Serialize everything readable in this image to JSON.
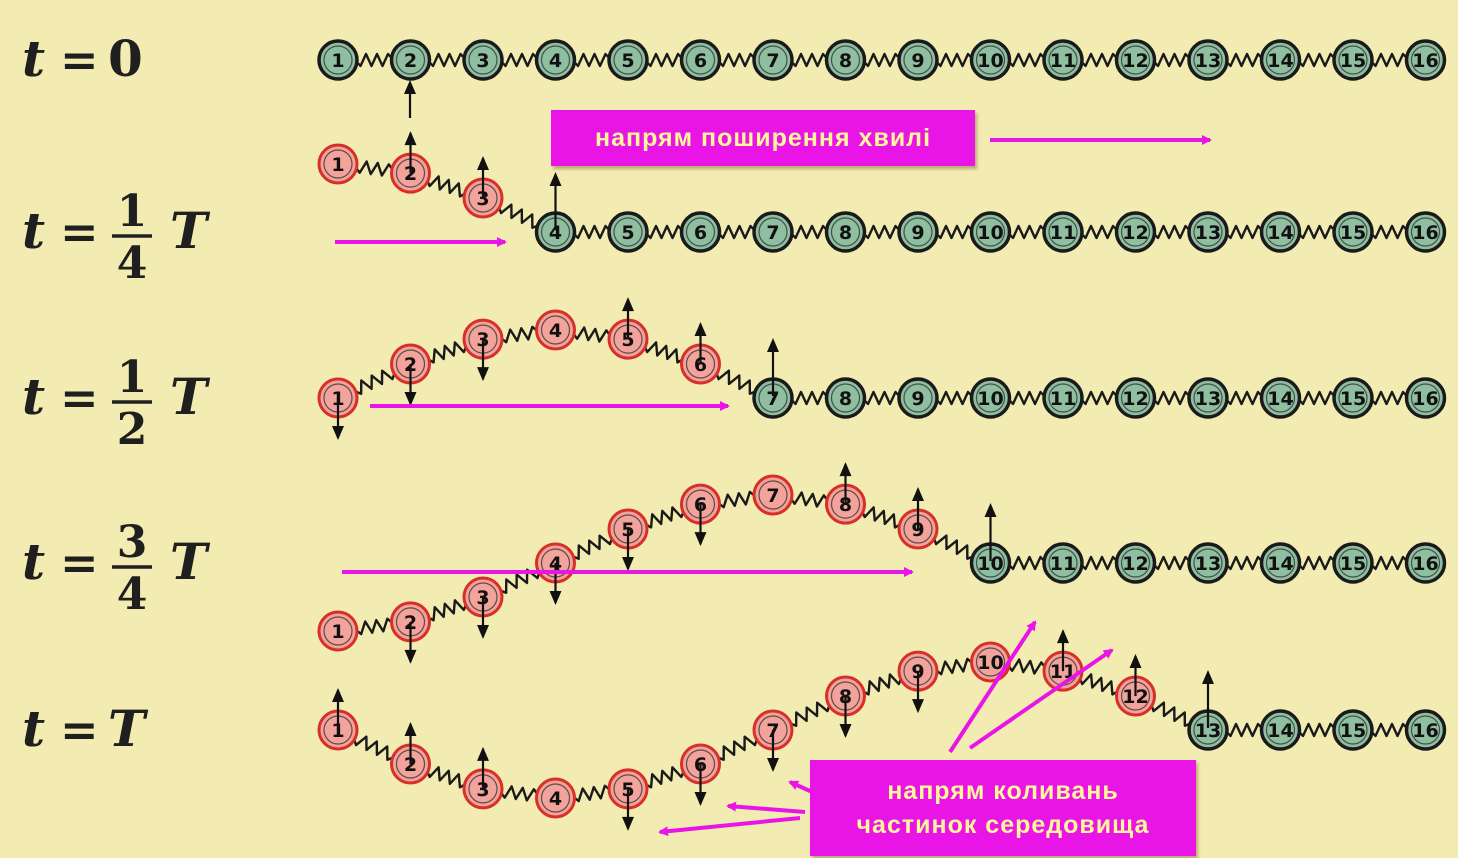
{
  "rows": [
    {
      "var": "t",
      "eq": "=",
      "value": "0",
      "num": "",
      "den": "",
      "unit": ""
    },
    {
      "var": "t",
      "eq": "=",
      "value": "",
      "num": "1",
      "den": "4",
      "unit": "T"
    },
    {
      "var": "t",
      "eq": "=",
      "value": "",
      "num": "1",
      "den": "2",
      "unit": "T"
    },
    {
      "var": "t",
      "eq": "=",
      "value": "",
      "num": "3",
      "den": "4",
      "unit": "T"
    },
    {
      "var": "t",
      "eq": "=",
      "value": "",
      "unit": "T",
      "num": "",
      "den": ""
    }
  ],
  "particles": [
    "1",
    "2",
    "3",
    "4",
    "5",
    "6",
    "7",
    "8",
    "9",
    "10",
    "11",
    "12",
    "13",
    "14",
    "15",
    "16"
  ],
  "labels": {
    "propagation": "напрям поширення хвилі",
    "oscillation_line1": "напрям коливань",
    "oscillation_line2": "частинок середовища"
  },
  "colors": {
    "background": "#f3ecb2",
    "callout_fill": "#e815e6",
    "callout_text": "#fff79a",
    "arrow": "#e815e6",
    "rest_particle": "#8fbfa0",
    "moving_particle": "#f2a49c",
    "moving_outline": "#d6302a",
    "spring": "#1a1a1a"
  }
}
